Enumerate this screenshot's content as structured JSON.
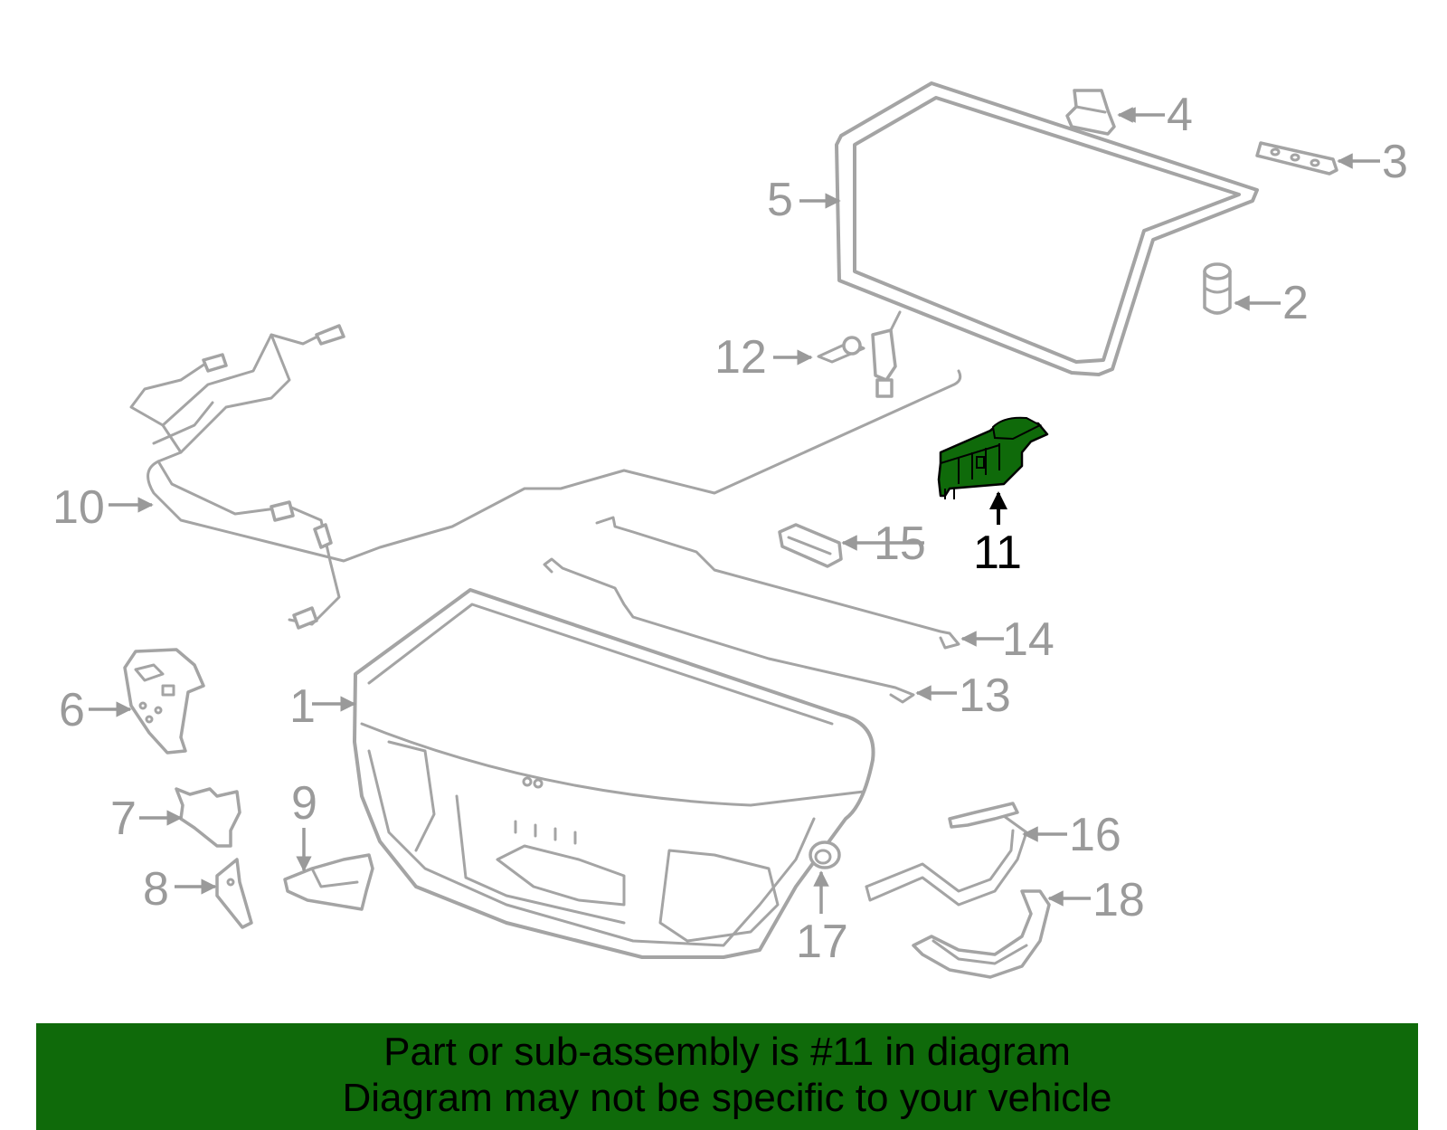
{
  "highlight_color": "#0f6a0a",
  "highlighted_part": "11",
  "callouts": [
    {
      "id": "1",
      "label": "1"
    },
    {
      "id": "2",
      "label": "2"
    },
    {
      "id": "3",
      "label": "3"
    },
    {
      "id": "4",
      "label": "4"
    },
    {
      "id": "5",
      "label": "5"
    },
    {
      "id": "6",
      "label": "6"
    },
    {
      "id": "7",
      "label": "7"
    },
    {
      "id": "8",
      "label": "8"
    },
    {
      "id": "9",
      "label": "9"
    },
    {
      "id": "10",
      "label": "10"
    },
    {
      "id": "11",
      "label": "11"
    },
    {
      "id": "12",
      "label": "12"
    },
    {
      "id": "13",
      "label": "13"
    },
    {
      "id": "14",
      "label": "14"
    },
    {
      "id": "15",
      "label": "15"
    },
    {
      "id": "16",
      "label": "16"
    },
    {
      "id": "17",
      "label": "17"
    },
    {
      "id": "18",
      "label": "18"
    }
  ],
  "banner": {
    "line1": "Part or sub-assembly is #11 in diagram",
    "line2": "Diagram may not be specific to your vehicle"
  }
}
